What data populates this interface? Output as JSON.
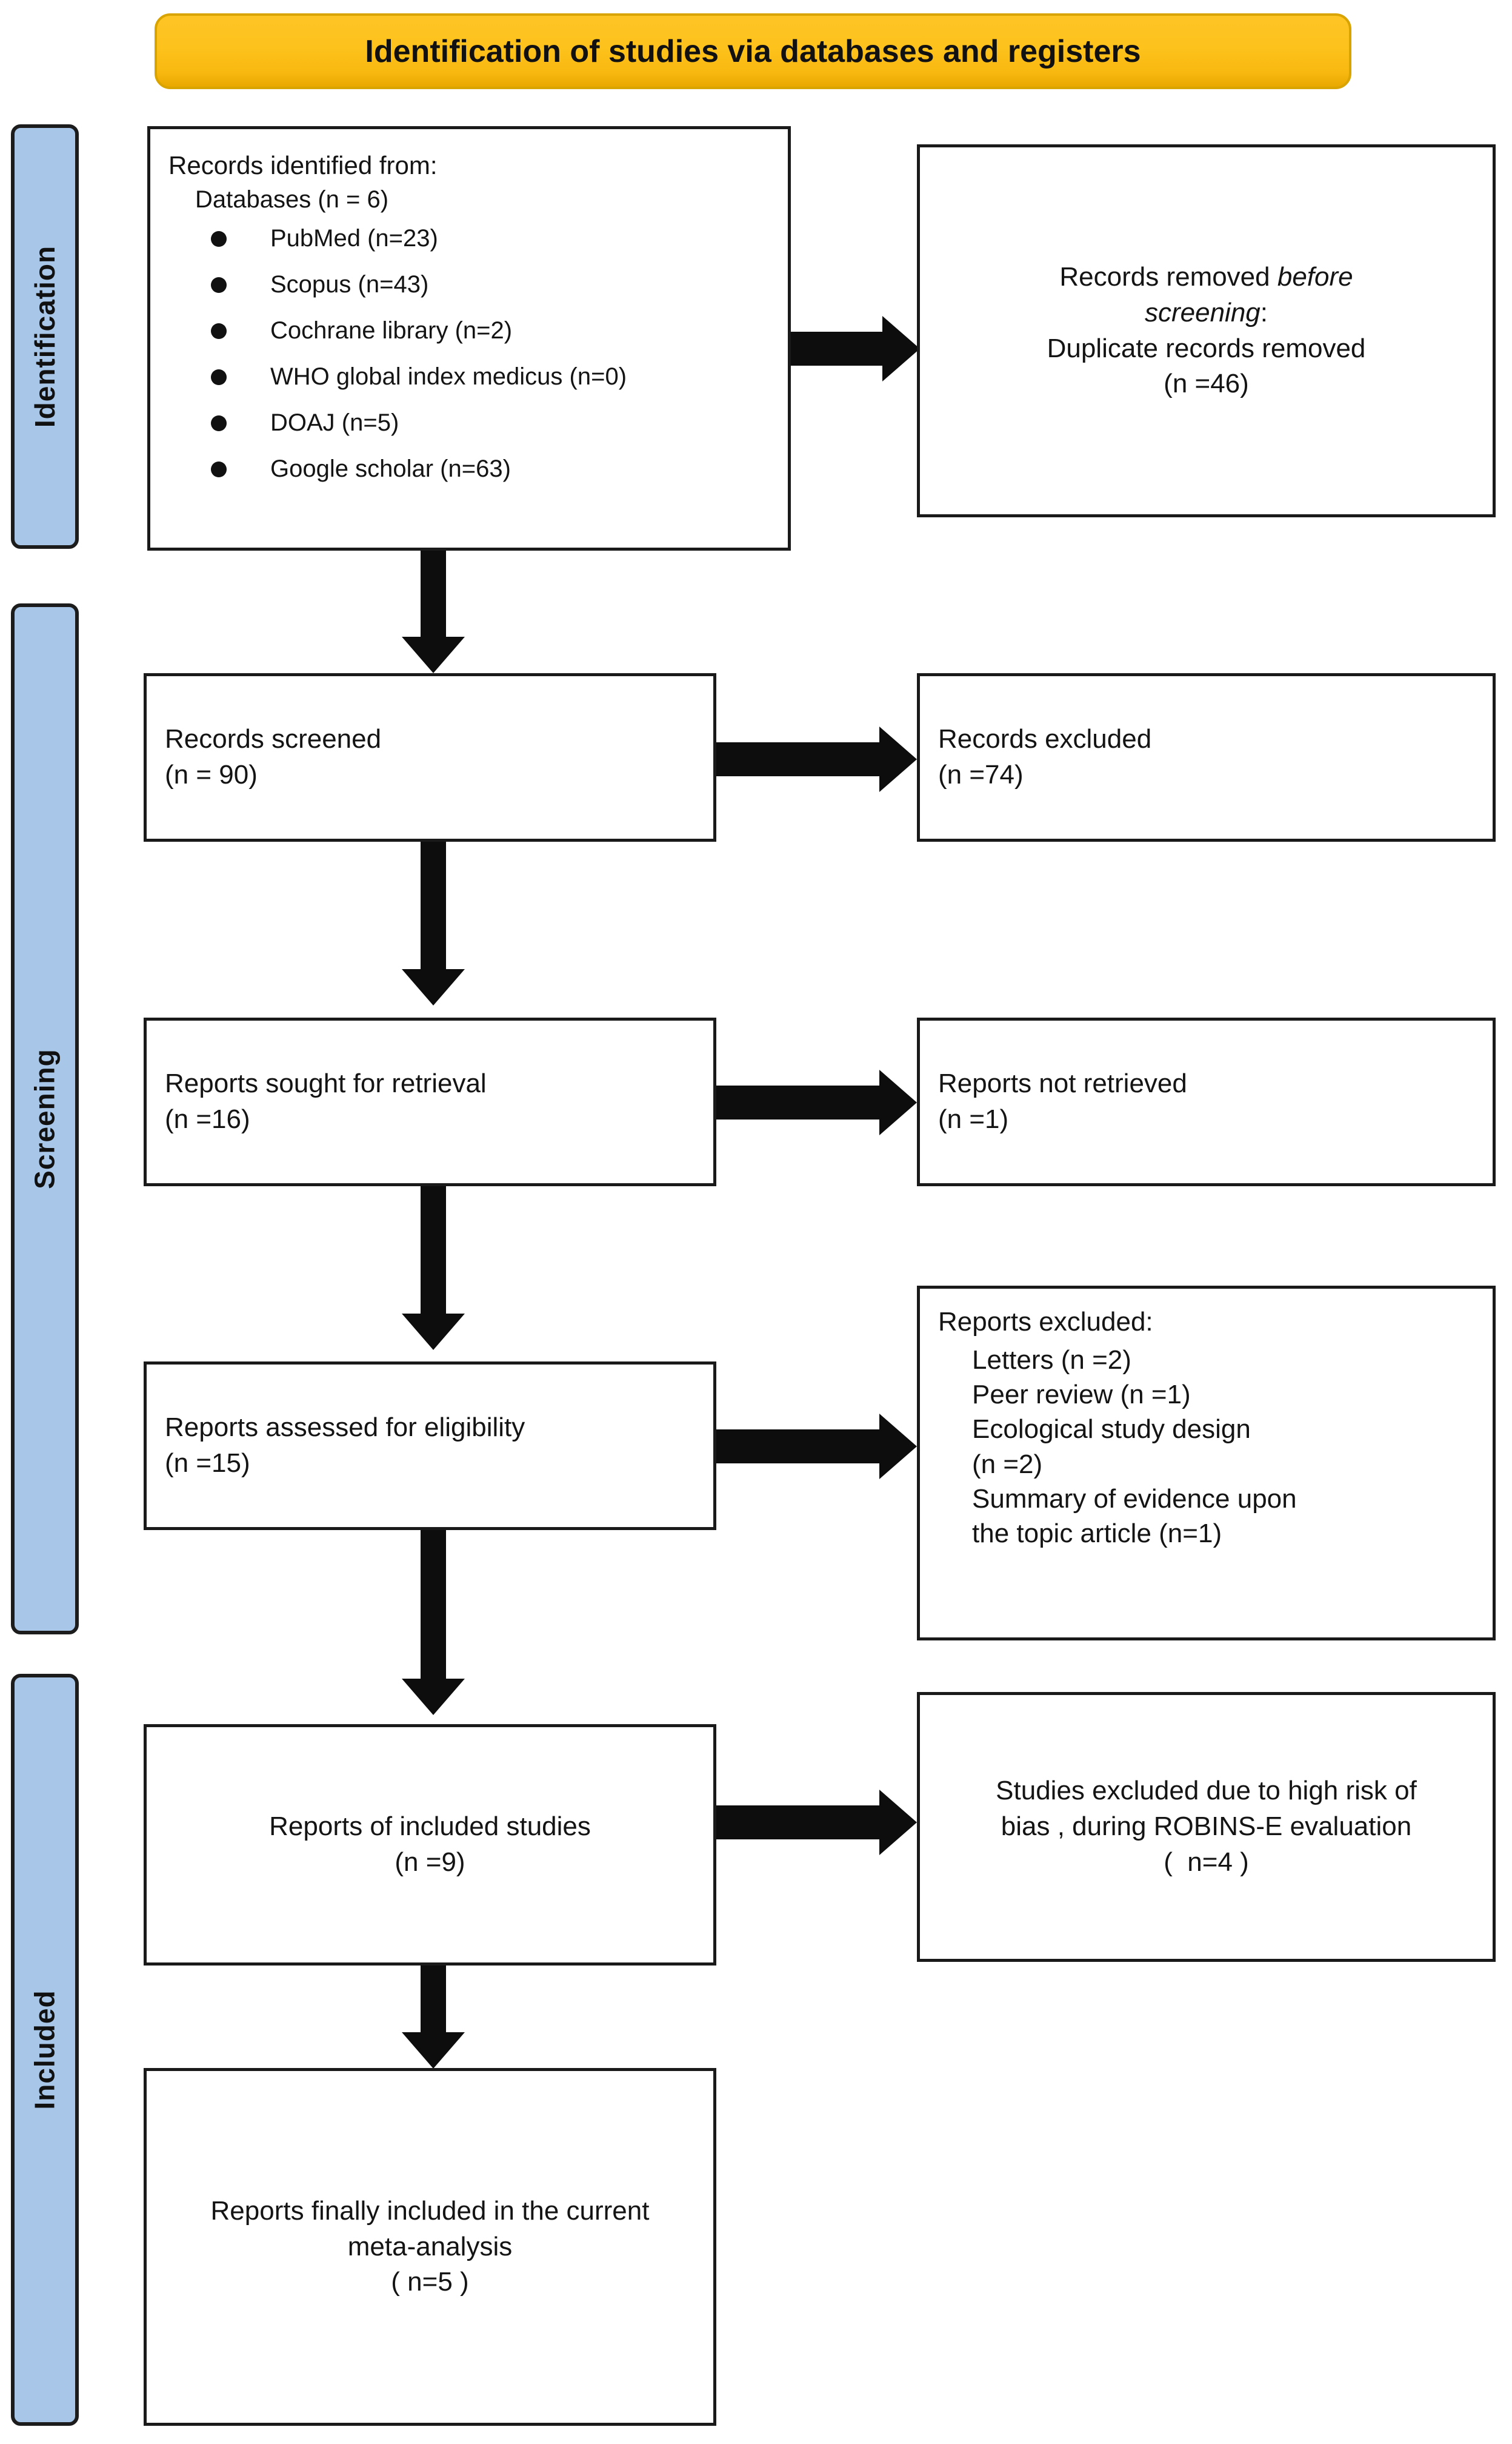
{
  "banner": {
    "title": "Identification of studies via databases and registers"
  },
  "phases": [
    {
      "label": "Identification"
    },
    {
      "label": "Screening"
    },
    {
      "label": "Included"
    }
  ],
  "identification": {
    "records_identified": {
      "heading": "Records identified from:",
      "subheading": "Databases (n = 6)",
      "sources": [
        "PubMed (n=23)",
        "Scopus (n=43)",
        "Cochrane library (n=2)",
        "WHO global index medicus (n=0)",
        "DOAJ (n=5)",
        "Google scholar (n=63)"
      ]
    },
    "records_removed": {
      "line1": "Records removed ",
      "line1_italic": "before",
      "line2_italic": "screening",
      "line2_rest": ":",
      "line3": "Duplicate records removed",
      "line4": "(n =46)"
    }
  },
  "screening": {
    "records_screened": {
      "line1": "Records screened",
      "line2": "(n = 90)"
    },
    "records_excluded": {
      "line1": "Records excluded",
      "line2": "(n =74)"
    },
    "reports_sought": {
      "line1": "Reports sought for retrieval",
      "line2": "(n =16)"
    },
    "reports_not_retrieved": {
      "line1": "Reports not retrieved",
      "line2": "(n =1)"
    },
    "reports_assessed": {
      "line1": "Reports assessed for eligibility",
      "line2": "(n =15)"
    },
    "reports_excluded": {
      "heading": "Reports excluded:",
      "reasons": [
        "Letters  (n =2)",
        "Peer review (n =1)",
        "Ecological study design",
        "(n =2)",
        "Summary of evidence upon",
        "the topic article (n=1)"
      ]
    }
  },
  "included": {
    "reports_included": {
      "line1": "Reports of included studies",
      "line2": "(n =9)"
    },
    "studies_excluded_bias": {
      "line1": "Studies excluded due to high risk of",
      "line2": "bias , during ROBINS-E evaluation",
      "line3": "(  n=4 )"
    },
    "final_included": {
      "line1": "Reports finally included in the current",
      "line2": "meta-analysis",
      "line3": "( n=5 )"
    }
  },
  "colors": {
    "banner_fill": "#FDC21C",
    "banner_border": "#D9A300",
    "phase_fill": "#A7C6E8",
    "box_border": "#1a1a1a",
    "arrow_fill": "#0d0d0d"
  }
}
